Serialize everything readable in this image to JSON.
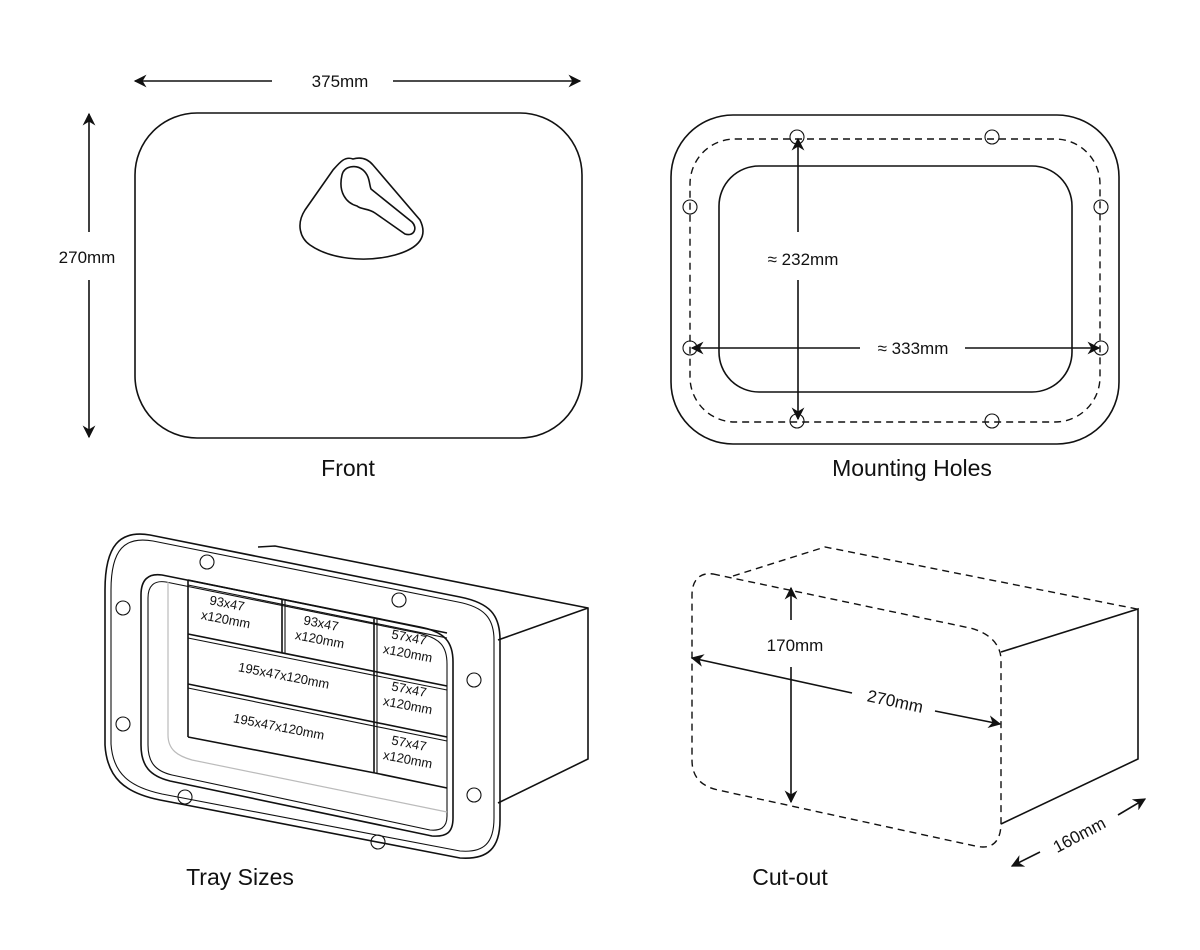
{
  "title": "Hatch / Storage Compartment Dimension Drawings",
  "views": {
    "front": {
      "caption": "Front",
      "width_label": "375mm",
      "height_label": "270mm"
    },
    "mounting_holes": {
      "caption": "Mounting Holes",
      "vertical_spacing_label": "≈ 232mm",
      "horizontal_spacing_label": "≈ 333mm",
      "hole_count": 8
    },
    "tray_sizes": {
      "caption": "Tray Sizes",
      "trays": [
        {
          "line1": "93x47",
          "line2": "x120mm"
        },
        {
          "line1": "93x47",
          "line2": "x120mm"
        },
        {
          "line1": "57x47",
          "line2": "x120mm"
        },
        {
          "line1": "195x47x120mm",
          "line2": ""
        },
        {
          "line1": "57x47",
          "line2": "x120mm"
        },
        {
          "line1": "195x47x120mm",
          "line2": ""
        },
        {
          "line1": "57x47",
          "line2": "x120mm"
        }
      ]
    },
    "cutout": {
      "caption": "Cut-out",
      "height_label": "170mm",
      "width_label": "270mm",
      "depth_label": "160mm"
    }
  }
}
